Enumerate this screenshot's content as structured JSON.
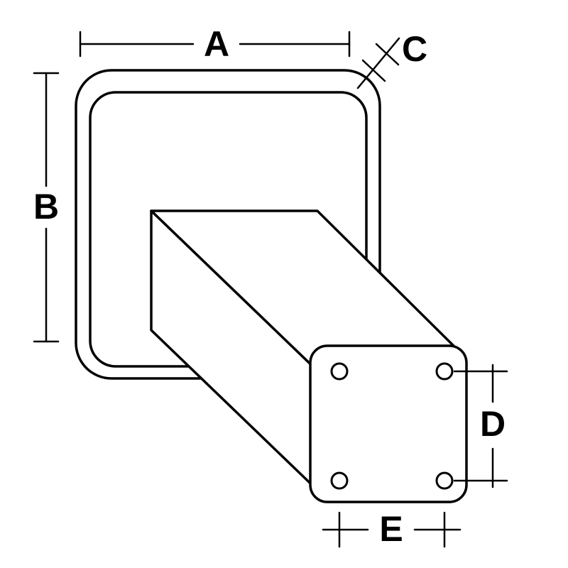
{
  "page": {
    "background_color": "#ffffff"
  },
  "diagram": {
    "type": "technical-dimension-drawing",
    "line_color": "#000000",
    "fill_color": "#ffffff",
    "labels": {
      "a": "A",
      "b": "B",
      "c": "C",
      "d": "D",
      "e": "E"
    }
  }
}
